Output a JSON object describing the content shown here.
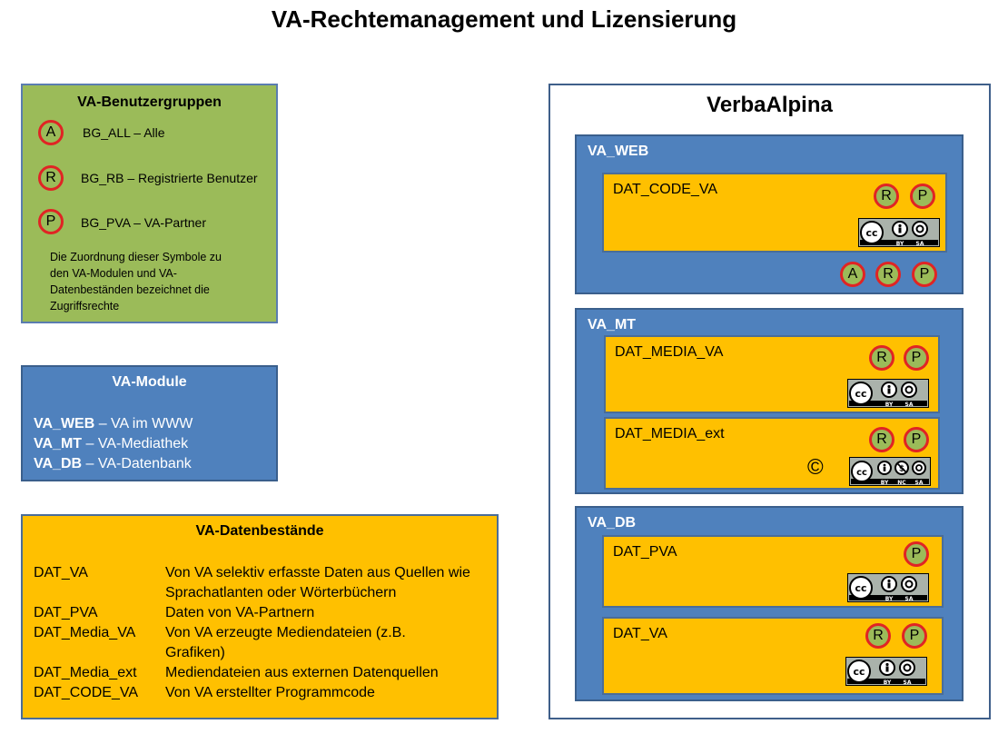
{
  "title": "VA-Rechtemanagement und Lizensierung",
  "groups": {
    "header": "VA-Benutzergruppen",
    "items": [
      {
        "symbol": "A",
        "label": "BG_ALL – Alle"
      },
      {
        "symbol": "R",
        "label": "BG_RB – Registrierte Benutzer"
      },
      {
        "symbol": "P",
        "label": "BG_PVA – VA-Partner"
      }
    ],
    "note_lines": [
      "Die Zuordnung dieser Symbole zu",
      "den VA-Modulen und VA-",
      "Datenbeständen bezeichnet die",
      "Zugriffsrechte"
    ]
  },
  "modules": {
    "header": "VA-Module",
    "items": [
      {
        "key": "VA_WEB",
        "desc": " – VA im WWW"
      },
      {
        "key": "VA_MT",
        "desc": " – VA-Mediathek"
      },
      {
        "key": "VA_DB",
        "desc": " – VA-Datenbank"
      }
    ]
  },
  "datasets": {
    "header": "VA-Datenbestände",
    "items": [
      {
        "key": "DAT_VA",
        "desc": "Von VA selektiv erfasste Daten aus Quellen wie Sprachatlanten oder Wörterbüchern"
      },
      {
        "key": "DAT_PVA",
        "desc": "Daten von VA-Partnern"
      },
      {
        "key": "DAT_Media_VA",
        "desc": "Von VA erzeugte Mediendateien (z.B. Grafiken)"
      },
      {
        "key": "DAT_Media_ext",
        "desc": "Mediendateien aus externen Datenquellen"
      },
      {
        "key": "DAT_CODE_VA",
        "desc": "Von VA erstellter Programmcode"
      }
    ]
  },
  "verbaalpina": {
    "title": "VerbaAlpina",
    "web": {
      "label": "VA_WEB",
      "ds_label": "DAT_CODE_VA",
      "ds_symbols": [
        "R",
        "P"
      ],
      "module_symbols": [
        "A",
        "R",
        "P"
      ]
    },
    "mt": {
      "label": "VA_MT",
      "ds1_label": "DAT_MEDIA_VA",
      "ds1_symbols": [
        "R",
        "P"
      ],
      "ds2_label": "DAT_MEDIA_ext",
      "ds2_symbols": [
        "R",
        "P"
      ],
      "copyright": "©"
    },
    "db": {
      "label": "VA_DB",
      "ds1_label": "DAT_PVA",
      "ds1_symbols": [
        "P"
      ],
      "ds2_label": "DAT_VA",
      "ds2_symbols": [
        "R",
        "P"
      ]
    }
  },
  "cc_text": {
    "cc": "cc",
    "by": "BY",
    "nc": "NC",
    "sa": "SA"
  },
  "colors": {
    "green": "#9bbb59",
    "blue": "#4f81bd",
    "yellow": "#ffc000",
    "symbol_border": "#e02424"
  }
}
